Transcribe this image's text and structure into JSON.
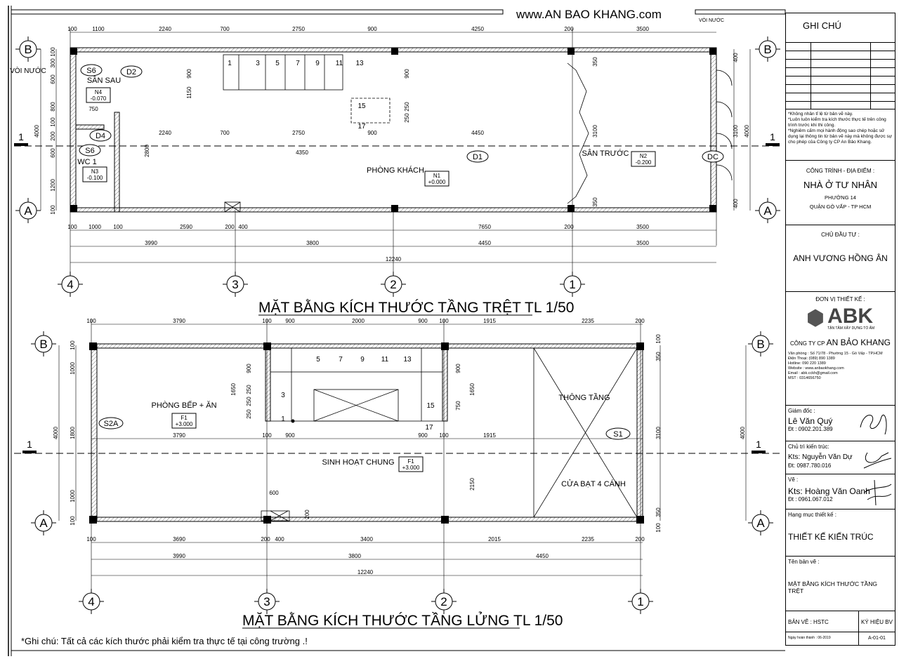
{
  "watermark": "www.AN BAO KHANG.com",
  "watermark_overlap": "VÒI NƯỚC",
  "footnote": "*Ghi chú: Tất cả các kích thước phải kiểm tra thực tế tại công trường .!",
  "plan1": {
    "title": "MẶT BẰNG KÍCH THƯỚC TẦNG TRỆT TL 1/50",
    "axes_x": [
      "4",
      "3",
      "2",
      "1"
    ],
    "axes_y": [
      "B",
      "A"
    ],
    "section": "1",
    "rooms": {
      "living": "PHÒNG KHÁCH",
      "living_code": "N1",
      "living_level": "+0.000",
      "front_yard": "SÂN TRƯỚC",
      "front_code": "N2",
      "front_level": "-0.200",
      "back_yard": "SÂN SAU",
      "back_code": "N4",
      "back_level": "-0.070",
      "wc": "WC 1",
      "wc_code": "N3",
      "wc_level": "-0.100",
      "faucet": "VÒI NƯỚC"
    },
    "tags": [
      "S6",
      "D2",
      "D4",
      "S6",
      "D1",
      "DC"
    ],
    "stairs": [
      "1",
      "3",
      "5",
      "7",
      "9",
      "11",
      "13",
      "15",
      "17"
    ],
    "dims": [
      "100",
      "1100",
      "2240",
      "700",
      "2750",
      "900",
      "4250",
      "200",
      "3500",
      "2240",
      "700",
      "2750",
      "900",
      "4450",
      "4350",
      "100",
      "1000",
      "100",
      "2590",
      "200",
      "400",
      "7650",
      "200",
      "3500",
      "3990",
      "3800",
      "4450",
      "3500",
      "12240",
      "100",
      "300",
      "600",
      "800",
      "100",
      "200",
      "600",
      "1200",
      "100",
      "4000",
      "900",
      "1150",
      "2800",
      "900",
      "250",
      "250",
      "750",
      "400",
      "3100",
      "400",
      "4000",
      "350",
      "3100",
      "350"
    ]
  },
  "plan2": {
    "title": "MẶT BẰNG KÍCH THƯỚC TẦNG LỬNG TL 1/50",
    "axes_x": [
      "4",
      "3",
      "2",
      "1"
    ],
    "axes_y": [
      "B",
      "A"
    ],
    "section": "1",
    "rooms": {
      "kitchen": "PHÒNG BẾP + ĂN",
      "kitchen_code": "F1",
      "kitchen_level": "+3.000",
      "living": "SINH HOẠT CHUNG",
      "living_code": "F1",
      "living_level": "+3.000",
      "void": "THÔNG TẦNG",
      "door": "CỬA BẠT 4 CÁNH"
    },
    "tags": [
      "S2A",
      "S1"
    ],
    "stairs": [
      "1",
      "3",
      "5",
      "7",
      "9",
      "11",
      "13",
      "15",
      "17"
    ],
    "dims": [
      "100",
      "3790",
      "100",
      "900",
      "2000",
      "900",
      "100",
      "1915",
      "2235",
      "200",
      "3790",
      "100",
      "900",
      "900",
      "100",
      "1915",
      "100",
      "3690",
      "200",
      "400",
      "3400",
      "2015",
      "2235",
      "200",
      "3990",
      "3800",
      "4450",
      "12240",
      "100",
      "1000",
      "1800",
      "1000",
      "100",
      "4000",
      "900",
      "250",
      "250",
      "250",
      "1650",
      "900",
      "750",
      "1650",
      "2150",
      "600",
      "200",
      "100",
      "350",
      "3100",
      "350",
      "100",
      "4000"
    ]
  },
  "title_block": {
    "notes_header": "GHI CHÚ",
    "notes": [
      "*Không nhân tỉ lệ từ bản vẽ này.",
      "*Luôn luôn kiểm tra kích thước thực tế trên công trình trước khi thi công.",
      "*Nghiêm cấm mọi hành động sao chép hoặc sử dụng lại thông tin từ bản vẽ này mà không được sự cho phép của Công ty CP An Bảo Khang."
    ],
    "project_label": "CÔNG TRÌNH - ĐỊA ĐIỂM :",
    "project": "NHÀ Ở TƯ NHÂN",
    "ward": "PHƯỜNG 14",
    "district": "QUẬN GÒ VẤP - TP HCM",
    "owner_label": "CHỦ ĐẦU TƯ :",
    "owner": "ANH VƯƠNG HỒNG ÂN",
    "designer_label": "ĐƠN VỊ THIẾT KẾ :",
    "logo": "ABK",
    "logo_slogan": "TẬN TÂM XÂY DỰNG TỔ ẤM",
    "company_prefix": "CÔNG TY CP",
    "company": "AN BẢO KHANG",
    "contact": [
      "Văn phòng : Số 71/78 - Phường 15 - Gò Vấp - TP.HCM",
      "Điện Thoại: (089) 890 1389",
      "Hotline: 090 220 1389",
      "Website : www.anbaokhang.com",
      "Email : abk.cckh@gmail.com",
      "MST : 0314656750"
    ],
    "director_label": "Giám đốc :",
    "director": "Lê Văn Quý",
    "director_phone": "Đt : 0902.201.389",
    "lead_label": "Chủ trì kiến trúc:",
    "lead": "Kts: Nguyễn Văn Dự",
    "lead_phone": "Đt: 0987.780.016",
    "drawn_label": "Vẽ :",
    "drawn": "Kts: Hoàng Văn Oanh",
    "drawn_phone": "Đt : 0961.067.012",
    "category_label": "Hạng mục thiết kế :",
    "category": "THIẾT KẾ KIẾN TRÚC",
    "drawing_label": "Tên bản vẽ :",
    "drawing": "MẶT BẰNG KÍCH THƯỚC TẦNG TRỆT",
    "sheet": "BẢN VẼ : HSTC",
    "code_label": "KÝ HIỆU BV",
    "date": "Ngày hoàn thành : 06-2019",
    "code": "A-01-01"
  }
}
